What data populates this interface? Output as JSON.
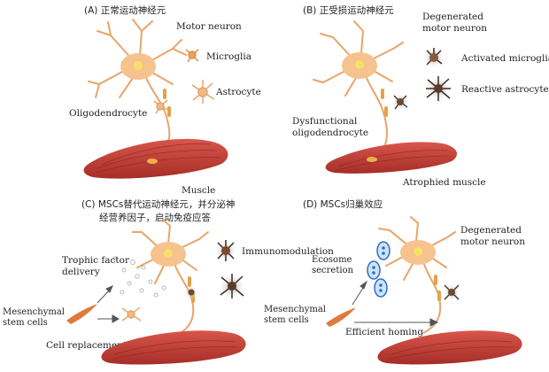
{
  "panels": {
    "a": {
      "title": "(A) 正常运动神经元",
      "motor_neuron": "Motor neuron",
      "microglia": "Microglia",
      "astrocyte": "Astrocyte",
      "oligodendrocyte": "Oligodendrocyte",
      "muscle": "Muscle"
    },
    "b": {
      "title": "(B) 正受损运动神经元",
      "degenerated_line1": "Degenerated",
      "degenerated_line2": "motor neuron",
      "activated_microglia": "Activated microglia",
      "reactive_astrocyte": "Reactive astrocyte",
      "dysfunctional_line1": "Dysfunctional",
      "dysfunctional_line2": "oligodendrocyte",
      "atrophied_muscle": "Atrophied muscle"
    },
    "c": {
      "title_line1": "(C) MSCs替代运动神经元，并分泌神",
      "title_line2": "经营养因子，启动免疫应答",
      "immunomodulation": "Immunomodulation",
      "trophic_line1": "Trophic factor",
      "trophic_line2": "delivery",
      "msc_line1": "Mesenchymal",
      "msc_line2": "stem cells",
      "cell_replacement": "Cell replacement"
    },
    "d": {
      "title": "(D) MSCs归巢效应",
      "degenerated_line1": "Degenerated",
      "degenerated_line2": "motor neuron",
      "exosome_line1": "Ecosome",
      "exosome_line2": "secretion",
      "msc_line1": "Mesenchymal",
      "msc_line2": "stem cells",
      "homing": "Efficient homing"
    }
  },
  "colors": {
    "neuron": "#f6c28e",
    "neuron_core": "#f2a05c",
    "nucleus": "#f7e06a",
    "muscle": "#c8423a",
    "muscle_dark": "#a3302a",
    "astro": "#f0b888",
    "glia_dark": "#3a2a22",
    "exosome": "#2b6fc2",
    "exosome_fill": "#cfe3f7",
    "msc": "#e07a3c"
  }
}
